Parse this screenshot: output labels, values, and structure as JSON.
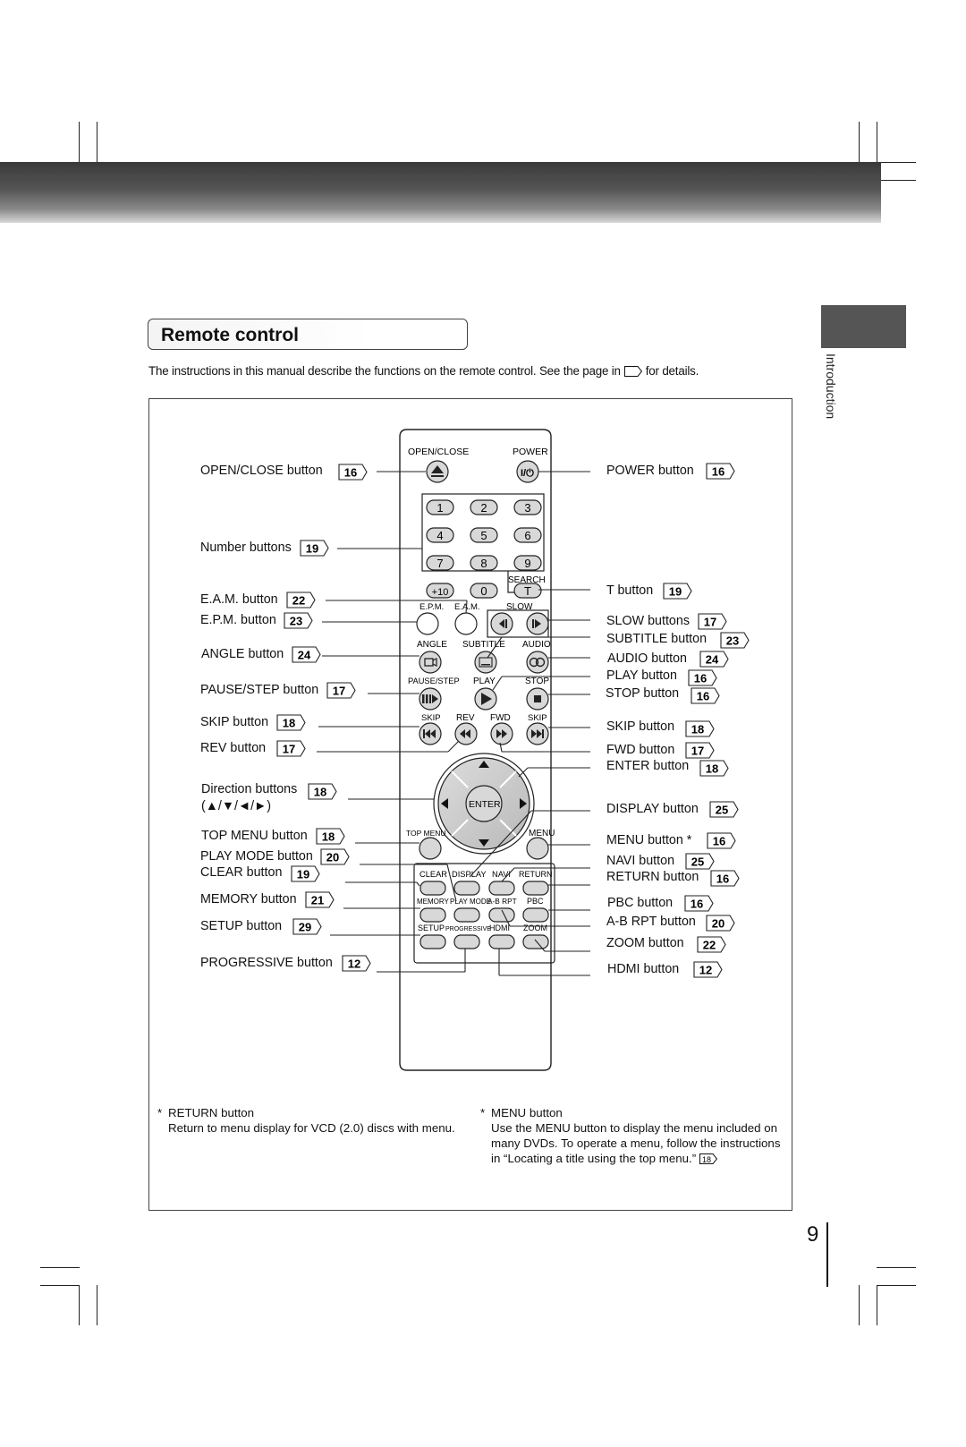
{
  "page": {
    "section_tab": "Introduction",
    "title": "Remote control",
    "intro_before": "The instructions in this manual describe the functions on the remote control. See the page in",
    "intro_after": "for details.",
    "page_number": "9"
  },
  "callouts_left": [
    {
      "label": "OPEN/CLOSE button",
      "ref": "16"
    },
    {
      "label": "Number buttons",
      "ref": "19"
    },
    {
      "label": "E.A.M. button",
      "ref": "22"
    },
    {
      "label": "E.P.M. button",
      "ref": "23"
    },
    {
      "label": "ANGLE button",
      "ref": "24"
    },
    {
      "label": "PAUSE/STEP button",
      "ref": "17"
    },
    {
      "label": "SKIP button",
      "ref": "18"
    },
    {
      "label": "REV button",
      "ref": "17"
    },
    {
      "label": "Direction buttons",
      "ref": "18",
      "sub": "(▲/▼/◄/►)"
    },
    {
      "label": "TOP MENU button",
      "ref": "18"
    },
    {
      "label": "PLAY MODE button",
      "ref": "20"
    },
    {
      "label": "CLEAR button",
      "ref": "19"
    },
    {
      "label": "MEMORY button",
      "ref": "21"
    },
    {
      "label": "SETUP button",
      "ref": "29"
    },
    {
      "label": "PROGRESSIVE button",
      "ref": "12"
    }
  ],
  "callouts_right": [
    {
      "label": "POWER button",
      "ref": "16"
    },
    {
      "label": "T button",
      "ref": "19"
    },
    {
      "label": "SLOW buttons",
      "ref": "17"
    },
    {
      "label": "SUBTITLE button",
      "ref": "23"
    },
    {
      "label": "AUDIO button",
      "ref": "24"
    },
    {
      "label": "PLAY button",
      "ref": "16"
    },
    {
      "label": "STOP button",
      "ref": "16"
    },
    {
      "label": "SKIP button",
      "ref": "18"
    },
    {
      "label": "FWD button",
      "ref": "17"
    },
    {
      "label": "ENTER button",
      "ref": "18"
    },
    {
      "label": "DISPLAY button",
      "ref": "25"
    },
    {
      "label": "MENU button *",
      "ref": "16"
    },
    {
      "label": "NAVI button",
      "ref": "25"
    },
    {
      "label": "RETURN button",
      "ref": "16"
    },
    {
      "label": "PBC button",
      "ref": "16"
    },
    {
      "label": "A-B RPT button",
      "ref": "20"
    },
    {
      "label": "ZOOM button",
      "ref": "22"
    },
    {
      "label": "HDMI button",
      "ref": "12"
    }
  ],
  "remote": {
    "open_close": "OPEN/CLOSE",
    "power": "POWER",
    "digits": [
      "1",
      "2",
      "3",
      "4",
      "5",
      "6",
      "7",
      "8",
      "9",
      "+10",
      "0",
      "T"
    ],
    "search": "SEARCH",
    "epm": "E.P.M.",
    "eam": "E.A.M.",
    "slow": "SLOW",
    "angle": "ANGLE",
    "subtitle": "SUBTITLE",
    "audio": "AUDIO",
    "pause_step": "PAUSE/STEP",
    "play": "PLAY",
    "stop": "STOP",
    "skip": "SKIP",
    "rev": "REV",
    "fwd": "FWD",
    "enter": "ENTER",
    "top_menu": "TOP MENU",
    "menu": "MENU",
    "clear": "CLEAR",
    "display": "DISPLAY",
    "navi": "NAVI",
    "return": "RETURN",
    "memory": "MEMORY",
    "play_mode": "PLAY MODE",
    "ab_rpt": "A-B RPT",
    "pbc": "PBC",
    "setup": "SETUP",
    "progressive": "PROGRESSIVE",
    "hdmi": "HDMI",
    "zoom": "ZOOM"
  },
  "notes": {
    "left_star": "*",
    "left_title": "RETURN button",
    "left_body": "Return to menu display for VCD (2.0) discs with menu.",
    "right_star": "*",
    "right_title": "MENU button",
    "right_body": "Use the MENU button to display the menu included on many DVDs. To operate a menu, follow the instructions in “Locating a title using the top menu.”",
    "right_ref": "18"
  }
}
